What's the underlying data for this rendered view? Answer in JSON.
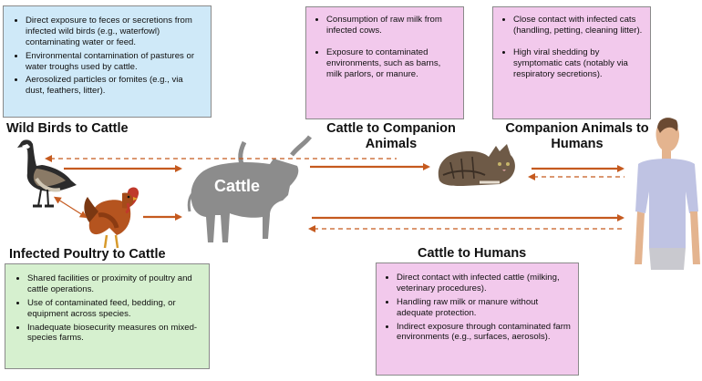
{
  "headings": {
    "wild_birds": "Wild Birds to Cattle",
    "companion": "Cattle to Companion Animals",
    "companion_humans": "Companion Animals to Humans",
    "poultry": "Infected Poultry to Cattle",
    "humans": "Cattle to Humans"
  },
  "cattle_label": "Cattle",
  "boxes": {
    "wild_birds": [
      "Direct exposure to feces or secretions from infected wild birds (e.g., waterfowl) contaminating water or feed.",
      "Environmental contamination of pastures or water troughs used by cattle.",
      "Aerosolized particles or fomites (e.g., via dust, feathers, litter)."
    ],
    "companion": [
      "Consumption of raw milk from infected cows.",
      "Exposure to contaminated environments, such as barns, milk parlors, or manure."
    ],
    "companion_humans": [
      "Close contact with infected cats (handling, petting, cleaning litter).",
      "High viral shedding by symptomatic cats (notably via respiratory secretions)."
    ],
    "poultry": [
      "Shared facilities or proximity of poultry and cattle operations.",
      "Use of contaminated feed, bedding, or equipment across species.",
      "Inadequate biosecurity measures on mixed-species farms."
    ],
    "humans": [
      "Direct contact with infected cattle (milking, veterinary procedures).",
      "Handling raw milk or manure without adequate protection.",
      "Indirect exposure through contaminated farm environments (e.g., surfaces, aerosols)."
    ]
  },
  "colors": {
    "arrow": "#c55a1f",
    "box_blue": "#cfe9f8",
    "box_pink": "#f2c9ec",
    "box_green": "#d6f0cf",
    "cattle": "#8c8c8c"
  }
}
